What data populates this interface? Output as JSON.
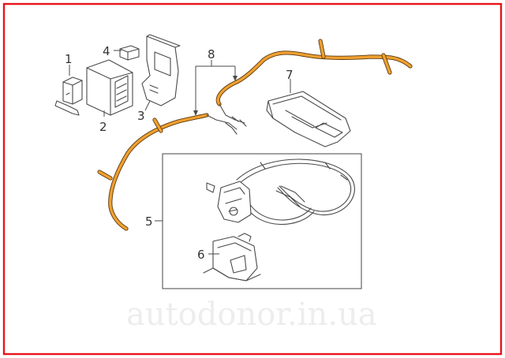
{
  "callouts": {
    "c1": "1",
    "c2": "2",
    "c3": "3",
    "c4": "4",
    "c5": "5",
    "c6": "6",
    "c7": "7",
    "c8": "8"
  },
  "watermark": "autodonor.in.ua",
  "colors": {
    "frame": "#e8141c",
    "cable": "#f0a030",
    "cable_outline": "#5a3a10",
    "line": "#4a4a4a"
  }
}
